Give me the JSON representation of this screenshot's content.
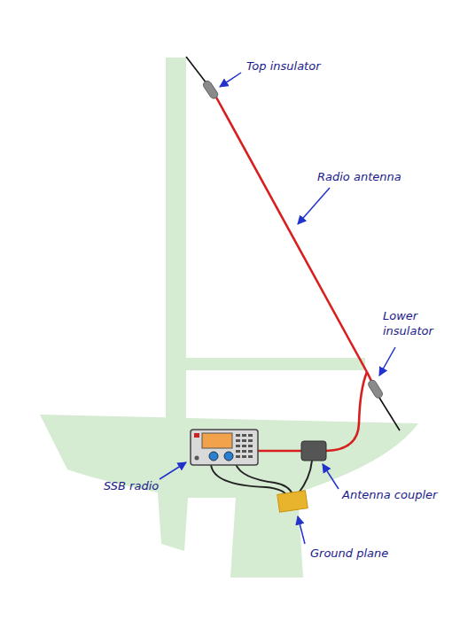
{
  "diagram": {
    "labels": [
      "Top insulator",
      "Radio antenna",
      "Lower insulator",
      "SSB radio",
      "Antenna coupler",
      "Ground plane"
    ]
  }
}
